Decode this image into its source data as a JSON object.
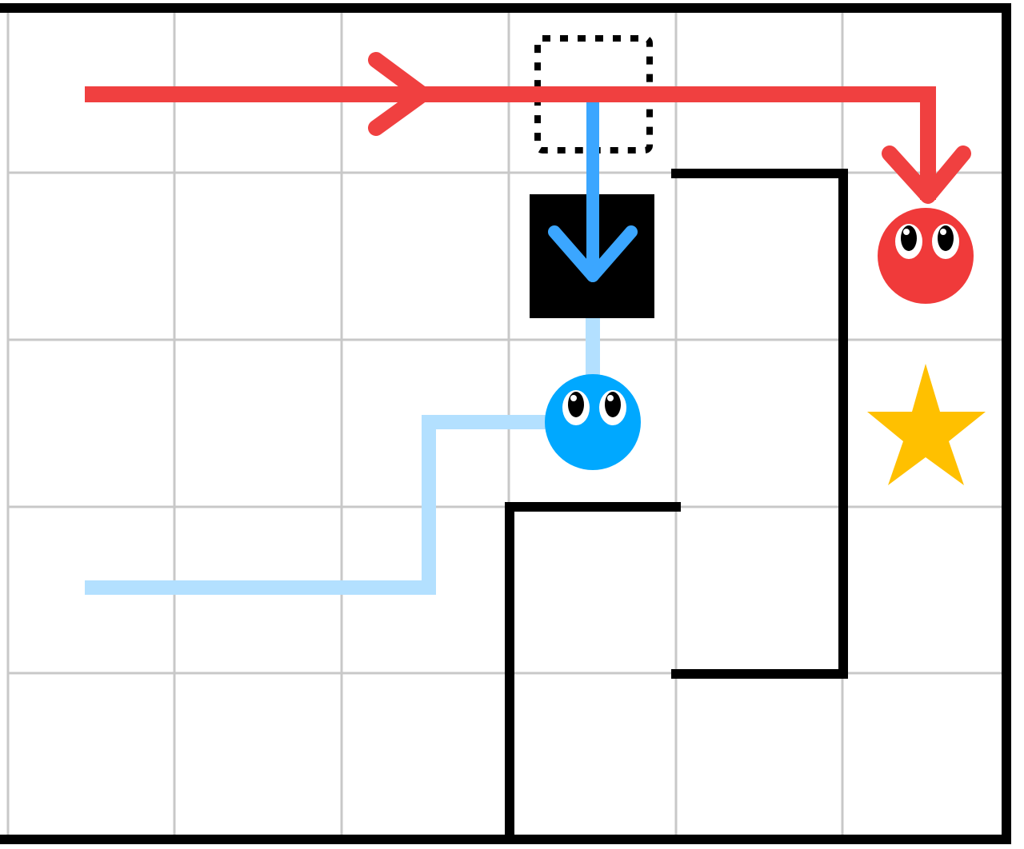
{
  "board": {
    "columns": 6,
    "rows": 5,
    "colors": {
      "grid_line": "#c8c8c8",
      "wall": "#000000",
      "red_path": "#f04040",
      "blue_arrow": "#3ba6ff",
      "light_blue_path": "#b3e0ff",
      "blue_ball": "#00a8ff",
      "red_ball": "#f03a3a",
      "star": "#ffc000",
      "block": "#000000"
    }
  },
  "pieces": [
    {
      "name": "red-ball",
      "icon": "red-ball-with-eyes-icon"
    },
    {
      "name": "blue-ball",
      "icon": "blue-ball-with-eyes-icon"
    },
    {
      "name": "goal-star",
      "icon": "star-icon"
    },
    {
      "name": "black-block",
      "icon": "block-icon"
    },
    {
      "name": "block-origin",
      "icon": "dotted-square-icon"
    }
  ]
}
